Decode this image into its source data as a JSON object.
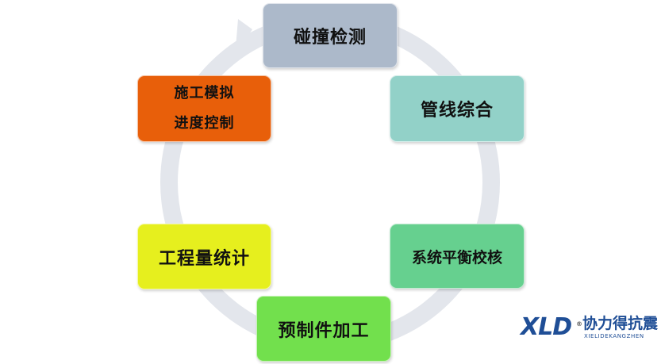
{
  "diagram": {
    "nodes": [
      {
        "id": "collision",
        "label": "碰撞检测",
        "color": "#acb9ca"
      },
      {
        "id": "pipeline",
        "label": "管线综合",
        "color": "#92d1c8"
      },
      {
        "id": "balance",
        "label": "系统平衡校核",
        "color": "#66d08f"
      },
      {
        "id": "prefab",
        "label": "预制件加工",
        "color": "#72e04d"
      },
      {
        "id": "quantity",
        "label": "工程量统计",
        "color": "#e6ef1e"
      },
      {
        "id": "simulate",
        "label_line1": "施工模拟",
        "label_line2": "进度控制",
        "color": "#e85f0a"
      }
    ],
    "cycle_color": "#e3e6ec"
  },
  "logo": {
    "mark": "XLD",
    "registered": "®",
    "chinese": "协力得抗震",
    "english": "XIELIDEKANGZHEN",
    "color": "#1f4e96"
  }
}
